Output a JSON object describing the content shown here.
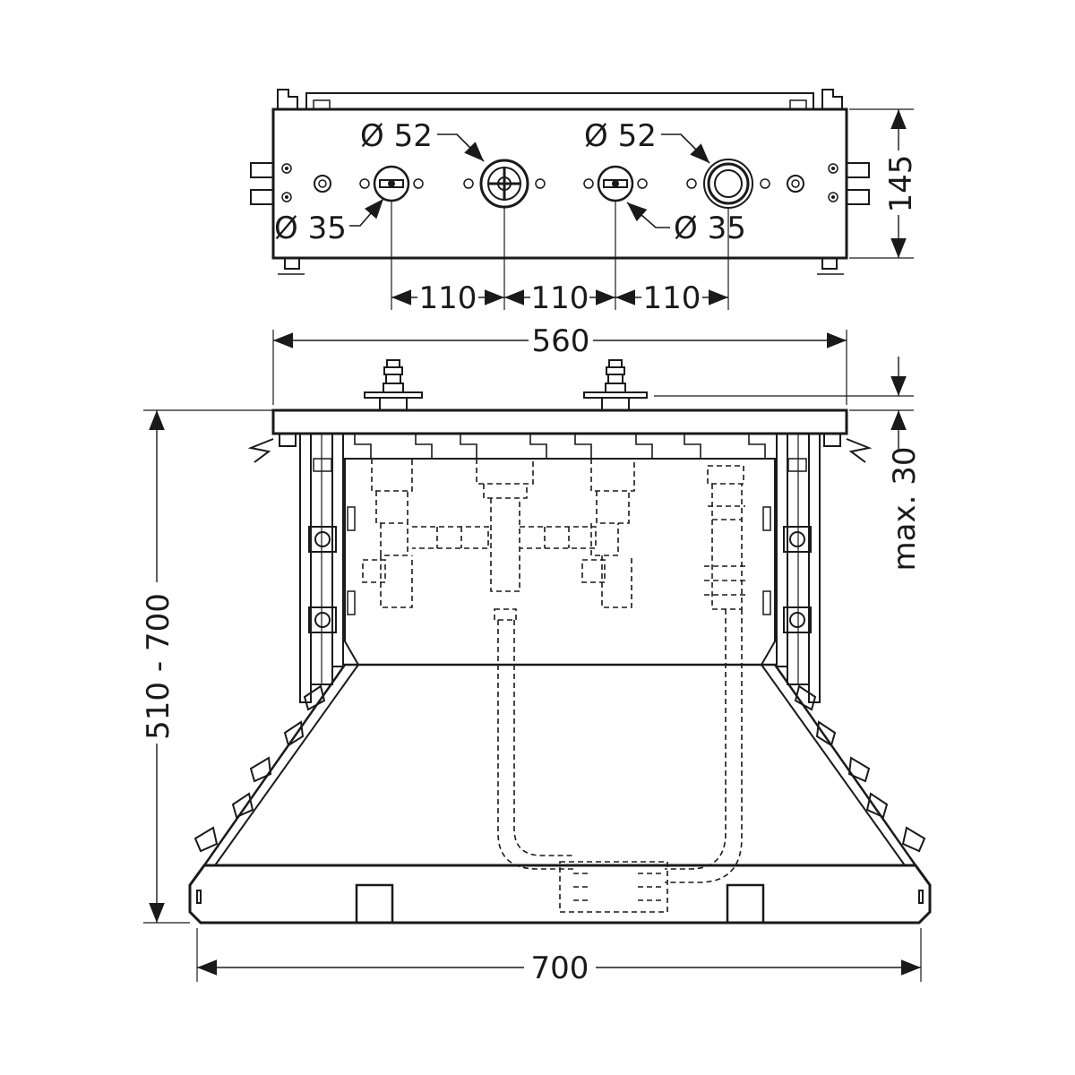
{
  "dimensions": {
    "top_view": {
      "dia52_left": "Ø 52",
      "dia52_right": "Ø 52",
      "dia35_left": "Ø 35",
      "dia35_right": "Ø 35",
      "spacing_1": "110",
      "spacing_2": "110",
      "spacing_3": "110",
      "height": "145"
    },
    "front_view": {
      "overall_width": "560",
      "depth": "max. 30",
      "height_range": "510 - 700",
      "base_width": "700"
    }
  },
  "colors": {
    "line": "#1a1a1a",
    "background": "#ffffff"
  }
}
